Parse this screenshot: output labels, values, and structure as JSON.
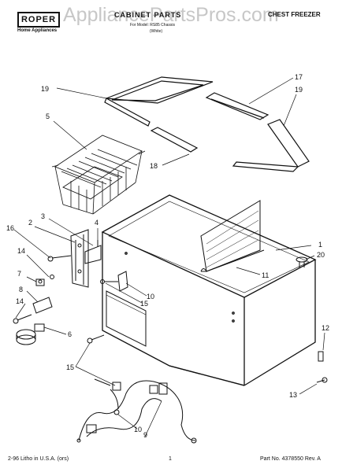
{
  "header": {
    "brand": "ROPER",
    "brand_sub": "Home Appliances",
    "title": "CABINET PARTS",
    "subtitle_model": "For Model: RS85 Chassis",
    "subtitle_color": "(White)",
    "category": "CHEST FREEZER",
    "watermark": "AppliancePartsPros.com"
  },
  "callouts": [
    "1",
    "2",
    "3",
    "4",
    "5",
    "6",
    "7",
    "8",
    "9",
    "10",
    "10",
    "11",
    "12",
    "13",
    "14",
    "14",
    "15",
    "15",
    "16",
    "17",
    "18",
    "19",
    "19",
    "20"
  ],
  "footer": {
    "left": "2-96 Litho in U.S.A. (ors)",
    "page": "1",
    "part": "Part No. 4378550 Rev. A"
  }
}
